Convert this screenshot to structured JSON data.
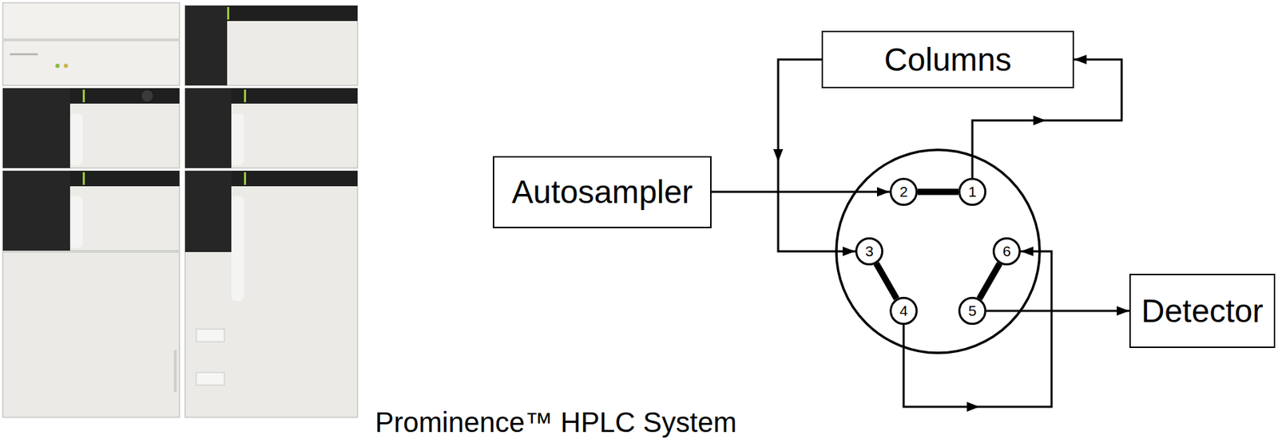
{
  "diagram": {
    "caption": "Prominence™ HPLC System",
    "nodes": [
      {
        "text": [
          "Columns"
        ]
      },
      {
        "text": [
          "Autosampler"
        ]
      },
      {
        "text": [
          "2"
        ]
      },
      {
        "text": [
          "1"
        ]
      },
      {
        "text": [
          "3"
        ]
      },
      {
        "text": [
          "6"
        ]
      },
      {
        "text": [
          "4"
        ]
      },
      {
        "text": [
          "5"
        ]
      },
      {
        "text": [
          "Detector"
        ]
      }
    ],
    "edges": [
      {
        "from": 1,
        "to": 2,
        "arrow": "to"
      },
      {
        "from": 2,
        "to": 3,
        "arrow": "none"
      },
      {
        "from": 3,
        "to": 0,
        "arrow": "to"
      },
      {
        "from": 0,
        "to": 4,
        "arrow": "to"
      },
      {
        "from": 4,
        "to": 6,
        "arrow": "none"
      },
      {
        "from": 6,
        "to": 5,
        "arrow": "to"
      },
      {
        "from": 5,
        "to": 7,
        "arrow": "none"
      },
      {
        "from": 7,
        "to": 8,
        "arrow": "to"
      }
    ]
  }
}
